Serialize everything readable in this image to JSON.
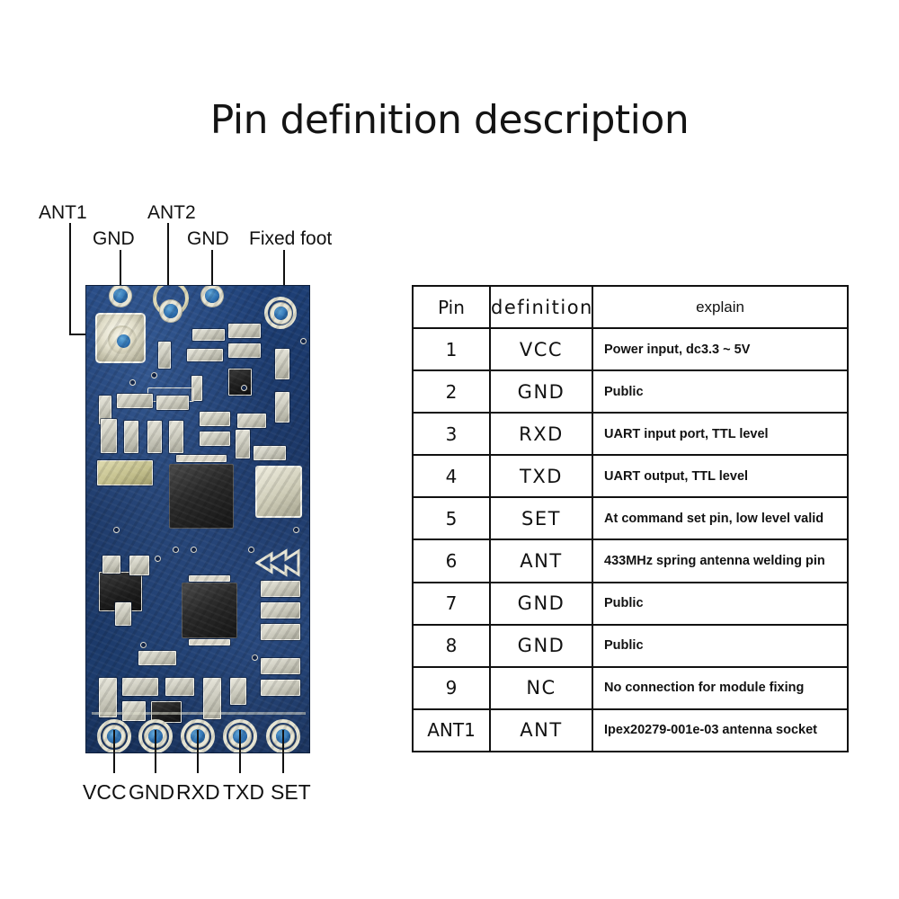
{
  "page": {
    "title": "Pin definition description",
    "background": "#ffffff",
    "pcb_color": "#1d3c6d",
    "pad_color": "#2c6fb0",
    "silk_color": "#e8e6d6"
  },
  "callouts": {
    "top": [
      {
        "label": "ANT1",
        "name": "callout-ant1"
      },
      {
        "label": "GND",
        "name": "callout-gnd-top-1"
      },
      {
        "label": "ANT2",
        "name": "callout-ant2"
      },
      {
        "label": "GND",
        "name": "callout-gnd-top-2"
      },
      {
        "label": "Fixed foot",
        "name": "callout-fixed-foot"
      }
    ],
    "bottom": [
      {
        "label": "VCC",
        "name": "callout-vcc"
      },
      {
        "label": "GND",
        "name": "callout-gnd-bottom"
      },
      {
        "label": "RXD",
        "name": "callout-rxd"
      },
      {
        "label": "TXD",
        "name": "callout-txd"
      },
      {
        "label": "SET",
        "name": "callout-set"
      }
    ]
  },
  "table": {
    "headers": {
      "pin": "Pin",
      "definition": "definition",
      "explain": "explain"
    },
    "rows": [
      {
        "pin": "1",
        "definition": "VCC",
        "explain": "Power input, dc3.3 ~ 5V"
      },
      {
        "pin": "2",
        "definition": "GND",
        "explain": "Public"
      },
      {
        "pin": "3",
        "definition": "RXD",
        "explain": "UART input port, TTL level"
      },
      {
        "pin": "4",
        "definition": "TXD",
        "explain": "UART output, TTL level"
      },
      {
        "pin": "5",
        "definition": "SET",
        "explain": "At command set pin, low level valid"
      },
      {
        "pin": "6",
        "definition": "ANT",
        "explain": "433MHz spring antenna welding pin"
      },
      {
        "pin": "7",
        "definition": "GND",
        "explain": "Public"
      },
      {
        "pin": "8",
        "definition": "GND",
        "explain": "Public"
      },
      {
        "pin": "9",
        "definition": "NC",
        "explain": "No connection for module fixing"
      },
      {
        "pin": "ANT1",
        "definition": "ANT",
        "explain": "Ipex20279-001e-03 antenna socket"
      }
    ]
  }
}
